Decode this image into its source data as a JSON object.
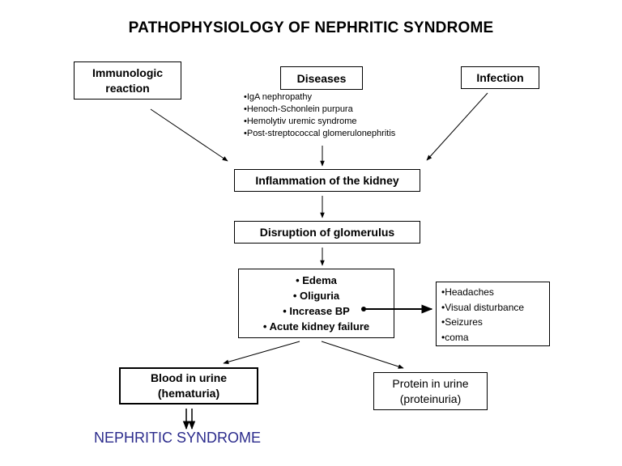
{
  "diagram": {
    "title": "PATHOPHYSIOLOGY OF NEPHRITIC SYNDROME",
    "causes": {
      "immunologic": "Immunologic\nreaction",
      "diseases": "Diseases",
      "infection": "Infection"
    },
    "disease_examples": [
      "•IgA nephropathy",
      "•Henoch-Schonlein purpura",
      "•Hemolytiv uremic syndrome",
      "•Post-streptococcal glomerulonephritis"
    ],
    "steps": {
      "inflammation": "Inflammation of the kidney",
      "disruption": "Disruption of glomerulus"
    },
    "symptoms": [
      "• Edema",
      "• Oliguria",
      "• Increase BP",
      "• Acute kidney failure"
    ],
    "complications": [
      "•Headaches",
      "•Visual disturbance",
      "•Seizures",
      "•coma"
    ],
    "results": {
      "hematuria": "Blood in urine\n(hematuria)",
      "proteinuria": "Protein in urine\n(proteinuria)"
    },
    "outcome": "NEPHRITIC SYNDROME"
  }
}
